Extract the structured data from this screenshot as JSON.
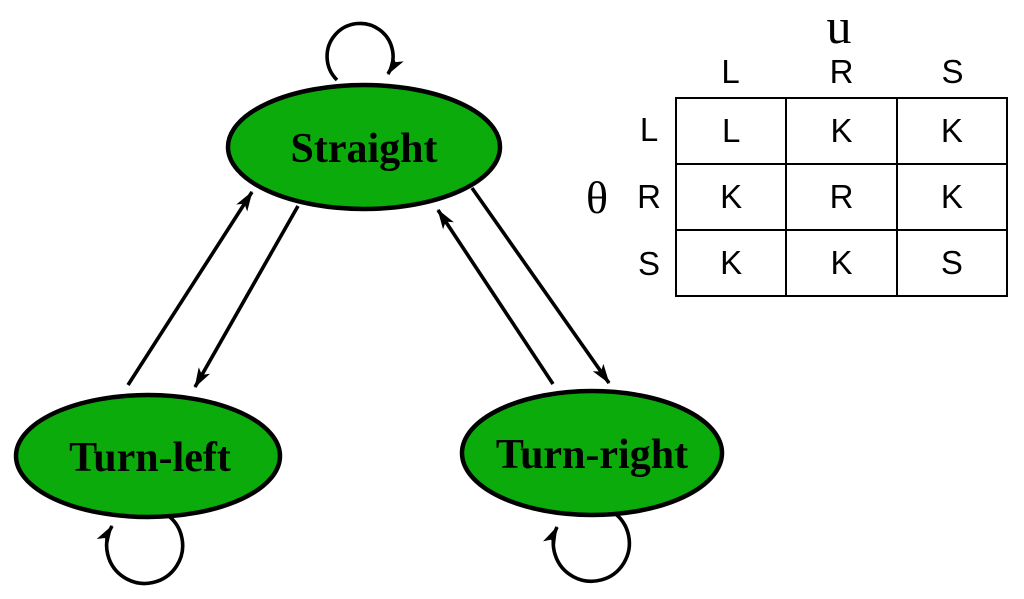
{
  "colors": {
    "node_fill": "#0cab0c",
    "stroke": "#000000",
    "background": "#ffffff"
  },
  "diagram": {
    "states": [
      {
        "id": "straight",
        "label": "Straight"
      },
      {
        "id": "turn-left",
        "label": "Turn-left"
      },
      {
        "id": "turn-right",
        "label": "Turn-right"
      }
    ],
    "edges": [
      {
        "from": "straight",
        "to": "straight",
        "type": "self-loop"
      },
      {
        "from": "turn-left",
        "to": "straight",
        "type": "arrow"
      },
      {
        "from": "straight",
        "to": "turn-left",
        "type": "arrow"
      },
      {
        "from": "turn-right",
        "to": "straight",
        "type": "arrow"
      },
      {
        "from": "straight",
        "to": "turn-right",
        "type": "arrow"
      },
      {
        "from": "turn-left",
        "to": "turn-left",
        "type": "self-loop"
      },
      {
        "from": "turn-right",
        "to": "turn-right",
        "type": "self-loop"
      }
    ]
  },
  "table": {
    "input_label": "u",
    "state_label": "θ",
    "col_headers": [
      "L",
      "R",
      "S"
    ],
    "row_headers": [
      "L",
      "R",
      "S"
    ],
    "cells": [
      [
        "L",
        "K",
        "K"
      ],
      [
        "K",
        "R",
        "K"
      ],
      [
        "K",
        "K",
        "S"
      ]
    ]
  }
}
